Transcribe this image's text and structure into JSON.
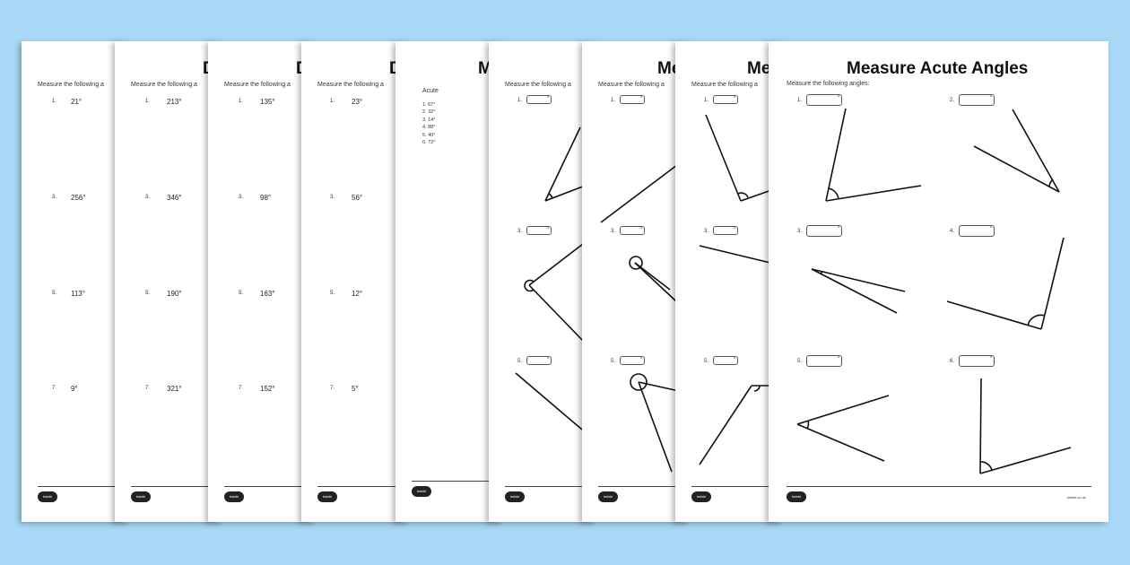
{
  "main_sheet": {
    "title": "Measure Acute Angles",
    "instruction": "Measure the following angles:",
    "question_numbers": [
      "1.",
      "2.",
      "3.",
      "4.",
      "5.",
      "6."
    ],
    "degree_symbol": "°"
  },
  "sheets": [
    {
      "instruction": "Measure the following a",
      "answers": [
        "21°",
        "256°",
        "113°",
        "9°"
      ],
      "numbers": [
        "1.",
        "3.",
        "5.",
        "7."
      ]
    },
    {
      "title_partial": "D",
      "instruction": "Measure the following a",
      "answers": [
        "213°",
        "346°",
        "190°",
        "321°"
      ],
      "numbers": [
        "1.",
        "3.",
        "5.",
        "7."
      ]
    },
    {
      "title_partial": "D",
      "instruction": "Measure the following a",
      "answers": [
        "135°",
        "98°",
        "163°",
        "152°"
      ],
      "numbers": [
        "1.",
        "3.",
        "5.",
        "7."
      ]
    },
    {
      "title_partial": "D",
      "instruction": "Measure the following a",
      "answers": [
        "23°",
        "56°",
        "12°",
        "5°"
      ],
      "numbers": [
        "1.",
        "3.",
        "5.",
        "7."
      ]
    },
    {
      "title_partial": "M",
      "acute_heading": "Acute",
      "acute_list": [
        "1.  67°",
        "2.  32°",
        "3.  14°",
        "4.  88°",
        "5.  40°",
        "6.  72°"
      ]
    },
    {
      "instruction": "Measure the following a",
      "numbers": [
        "1.",
        "3.",
        "5."
      ]
    },
    {
      "title_partial": "Me",
      "instruction": "Measure the following a",
      "numbers": [
        "1.",
        "3.",
        "5."
      ]
    },
    {
      "title_partial": "Me",
      "instruction": "Measure the following a",
      "numbers": [
        "1.",
        "3.",
        "5."
      ]
    }
  ],
  "logo_text": "twinkl",
  "footer_url": "twinkl.co.uk",
  "colors": {
    "background": "#a9d8f7",
    "sheet": "#ffffff",
    "ink": "#111111"
  }
}
